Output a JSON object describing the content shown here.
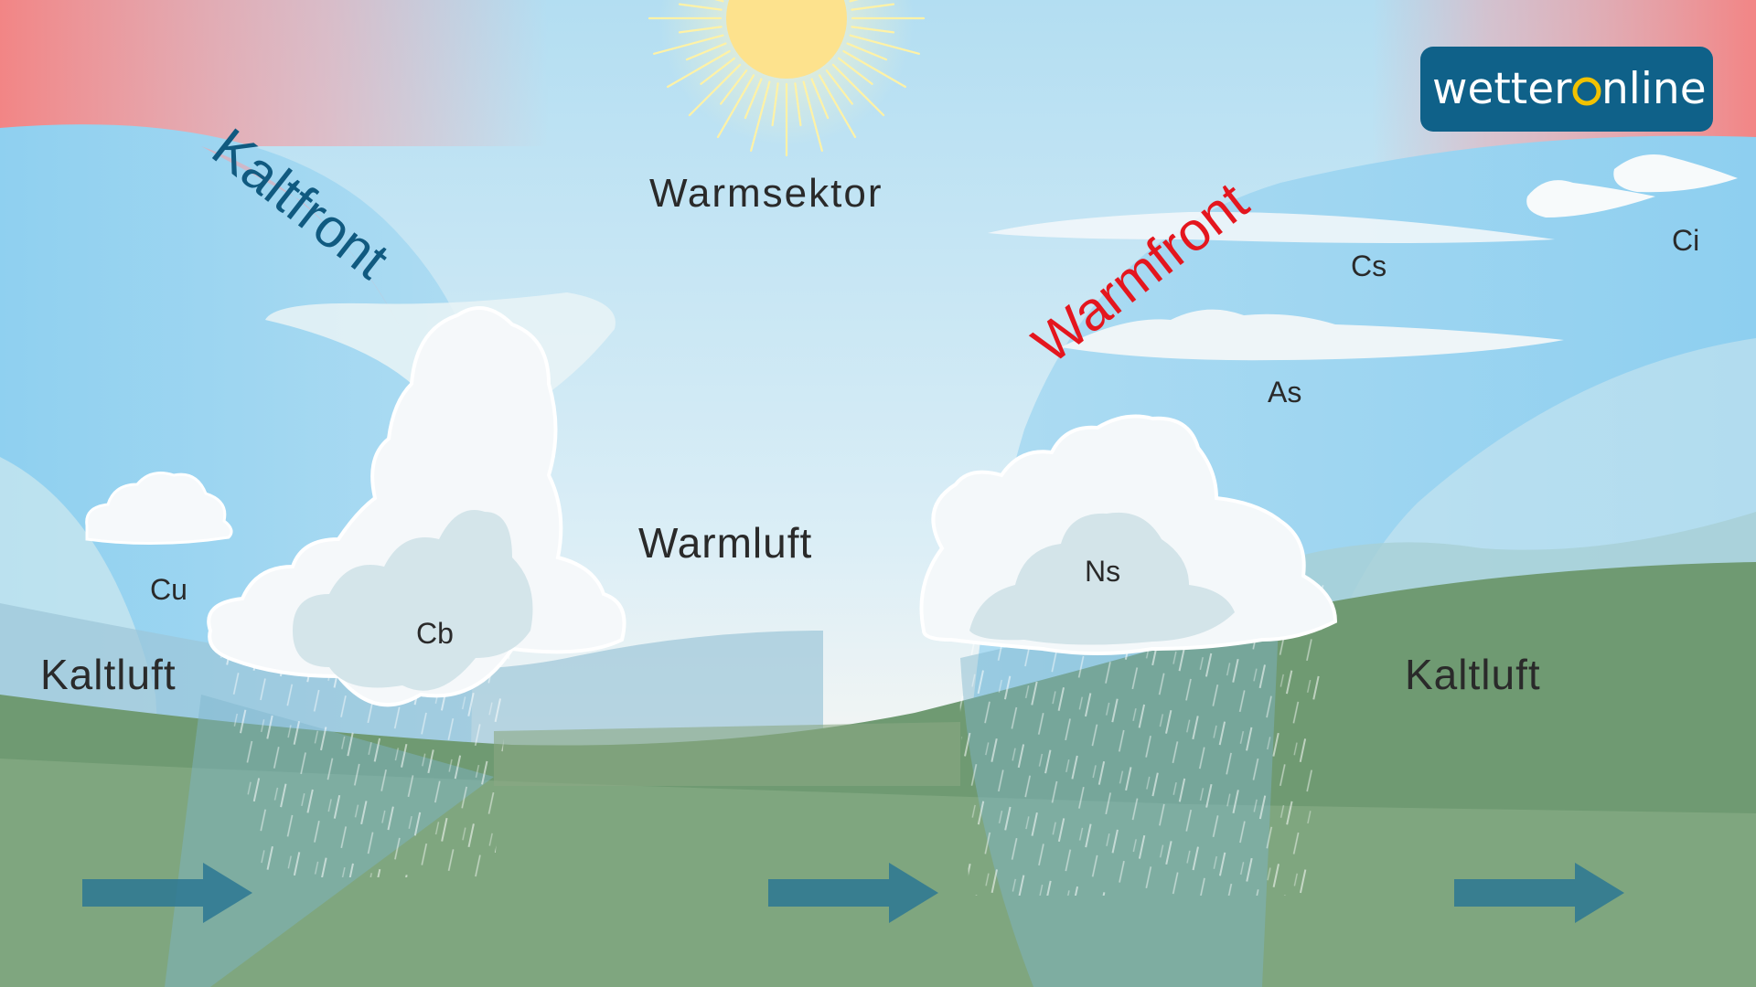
{
  "diagram": {
    "fronts": {
      "cold": "Kaltfront",
      "warm": "Warmfront"
    },
    "sectors": {
      "warm_sector": "Warmsektor",
      "warm_air": "Warmluft",
      "cold_air_left": "Kaltluft",
      "cold_air_right": "Kaltluft"
    },
    "clouds": {
      "cu": "Cu",
      "cb": "Cb",
      "ns": "Ns",
      "as": "As",
      "cs": "Cs",
      "ci": "Ci"
    },
    "logo": {
      "part1": "wetter",
      "part2": "nline"
    },
    "icons": [
      "sun-icon",
      "arrow-right-icon"
    ],
    "colors": {
      "cold_front": "#105a80",
      "warm_front": "#e4161e",
      "logo_bg": "#0f6189",
      "arrow": "#2b7793",
      "ground": "#7fa67f"
    }
  }
}
